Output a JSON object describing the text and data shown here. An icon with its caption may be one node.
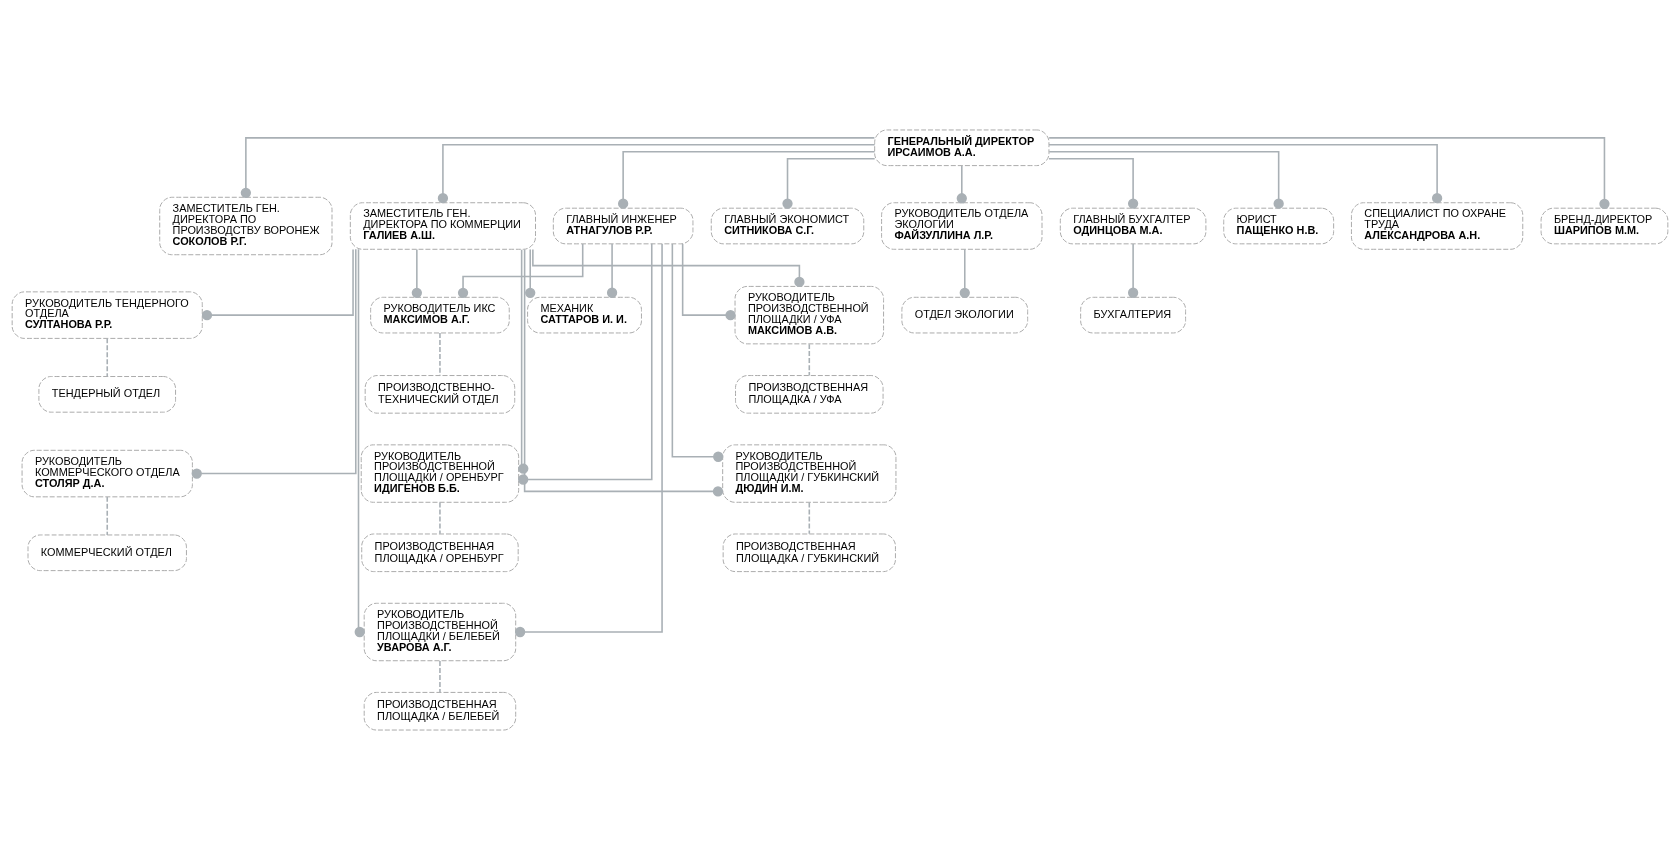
{
  "diagram": {
    "nodes": [
      {
        "text": [
          "ГЕНЕРАЛЬНЫЙ ДИРЕКТОР",
          "ИРСАИМОВ А.А."
        ]
      },
      {
        "text": [
          "ЗАМЕСТИТЕЛЬ ГЕН. ДИРЕКТОРА ПО ПРОИЗВОДСТВУ ВОРОНЕЖ",
          "СОКОЛОВ Р.Г."
        ]
      },
      {
        "text": [
          "ЗАМЕСТИТЕЛЬ ГЕН. ДИРЕКТОРА ПО КОММЕРЦИИ",
          "ГАЛИЕВ А.Ш."
        ]
      },
      {
        "text": [
          "ГЛАВНЫЙ ИНЖЕНЕР",
          "АТНАГУЛОВ Р.Р."
        ]
      },
      {
        "text": [
          "ГЛАВНЫЙ ЭКОНОМИСТ",
          "СИТНИКОВА С.Г."
        ]
      },
      {
        "text": [
          "РУКОВОДИТЕЛЬ ОТДЕЛА ЭКОЛОГИИ",
          "ФАЙЗУЛЛИНА Л.Р."
        ]
      },
      {
        "text": [
          "ГЛАВНЫЙ БУХГАЛТЕР",
          "ОДИНЦОВА М.А."
        ]
      },
      {
        "text": [
          "ЮРИСТ",
          "ПАЩЕНКО Н.В."
        ]
      },
      {
        "text": [
          "СПЕЦИАЛИСТ ПО ОХРАНЕ ТРУДА",
          "АЛЕКСАНДРОВА А.Н."
        ]
      },
      {
        "text": [
          "БРЕНД-ДИРЕКТОР",
          "ШАРИПОВ М.М."
        ]
      },
      {
        "text": [
          "РУКОВОДИТЕЛЬ ТЕНДЕРНОГО ОТДЕЛА",
          "СУЛТАНОВА Р.Р."
        ]
      },
      {
        "text": [
          "ТЕНДЕРНЫЙ ОТДЕЛ"
        ]
      },
      {
        "text": [
          "РУКОВОДИТЕЛЬ КОММЕРЧЕСКОГО ОТДЕЛА",
          "СТОЛЯР Д.А."
        ]
      },
      {
        "text": [
          "КОММЕРЧЕСКИЙ ОТДЕЛ"
        ]
      },
      {
        "text": [
          "РУКОВОДИТЕЛЬ ИКС",
          "МАКСИМОВ А.Г."
        ]
      },
      {
        "text": [
          "ПРОИЗВОДСТВЕННО-ТЕХНИЧЕСКИЙ ОТДЕЛ"
        ]
      },
      {
        "text": [
          "РУКОВОДИТЕЛЬ ПРОИЗВОДСТВЕННОЙ ПЛОЩАДКИ / ОРЕНБУРГ",
          "ИДИГЕНОВ Б.Б."
        ]
      },
      {
        "text": [
          "ПРОИЗВОДСТВЕННАЯ ПЛОЩАДКА / ОРЕНБУРГ"
        ]
      },
      {
        "text": [
          "РУКОВОДИТЕЛЬ ПРОИЗВОДСТВЕННОЙ ПЛОЩАДКИ / БЕЛЕБЕЙ",
          "УВАРОВА А.Г."
        ]
      },
      {
        "text": [
          "ПРОИЗВОДСТВЕННАЯ ПЛОЩАДКА / БЕЛЕБЕЙ"
        ]
      },
      {
        "text": [
          "МЕХАНИК",
          "САТТАРОВ И. И."
        ]
      },
      {
        "text": [
          "РУКОВОДИТЕЛЬ ПРОИЗВОДСТВЕННОЙ ПЛОЩАДКИ / УФА",
          "МАКСИМОВ А.В."
        ]
      },
      {
        "text": [
          "ПРОИЗВОДСТВЕННАЯ ПЛОЩАДКА / УФА"
        ]
      },
      {
        "text": [
          "РУКОВОДИТЕЛЬ ПРОИЗВОДСТВЕННОЙ ПЛОЩАДКИ / ГУБКИНСКИЙ",
          "ДЮДИН И.М."
        ]
      },
      {
        "text": [
          "ПРОИЗВОДСТВЕННАЯ ПЛОЩАДКА / ГУБКИНСКИЙ"
        ]
      },
      {
        "text": [
          "ОТДЕЛ ЭКОЛОГИИ"
        ]
      },
      {
        "text": [
          "БУХГАЛТЕРИЯ"
        ]
      }
    ],
    "edges": [
      {
        "from": 0,
        "to": 1,
        "arrow": "other"
      },
      {
        "from": 0,
        "to": 2,
        "arrow": "other"
      },
      {
        "from": 0,
        "to": 3,
        "arrow": "other"
      },
      {
        "from": 0,
        "to": 4,
        "arrow": "other"
      },
      {
        "from": 0,
        "to": 5,
        "arrow": "other"
      },
      {
        "from": 0,
        "to": 6,
        "arrow": "other"
      },
      {
        "from": 0,
        "to": 7,
        "arrow": "other"
      },
      {
        "from": 0,
        "to": 8,
        "arrow": "other"
      },
      {
        "from": 0,
        "to": 9,
        "arrow": "other"
      },
      {
        "from": 2,
        "to": 10,
        "arrow": "other"
      },
      {
        "from": 2,
        "to": 12,
        "arrow": "other"
      },
      {
        "from": 10,
        "to": 11,
        "arrow": "none",
        "style": "dashed"
      },
      {
        "from": 12,
        "to": 13,
        "arrow": "none",
        "style": "dashed"
      },
      {
        "from": 2,
        "to": 14,
        "arrow": "other"
      },
      {
        "from": 2,
        "to": 16,
        "arrow": "other"
      },
      {
        "from": 2,
        "to": 18,
        "arrow": "other"
      },
      {
        "from": 2,
        "to": 20,
        "arrow": "other"
      },
      {
        "from": 2,
        "to": 21,
        "arrow": "other"
      },
      {
        "from": 2,
        "to": 23,
        "arrow": "other"
      },
      {
        "from": 3,
        "to": 14,
        "arrow": "other"
      },
      {
        "from": 3,
        "to": 16,
        "arrow": "other"
      },
      {
        "from": 3,
        "to": 18,
        "arrow": "other"
      },
      {
        "from": 3,
        "to": 20,
        "arrow": "other"
      },
      {
        "from": 3,
        "to": 21,
        "arrow": "other"
      },
      {
        "from": 3,
        "to": 23,
        "arrow": "other"
      },
      {
        "from": 14,
        "to": 15,
        "arrow": "none",
        "style": "dashed"
      },
      {
        "from": 16,
        "to": 17,
        "arrow": "none",
        "style": "dashed"
      },
      {
        "from": 18,
        "to": 19,
        "arrow": "none",
        "style": "dashed"
      },
      {
        "from": 21,
        "to": 22,
        "arrow": "none",
        "style": "dashed"
      },
      {
        "from": 23,
        "to": 24,
        "arrow": "none",
        "style": "dashed"
      },
      {
        "from": 5,
        "to": 25,
        "arrow": "other"
      },
      {
        "from": 6,
        "to": 26,
        "arrow": "other"
      }
    ]
  }
}
